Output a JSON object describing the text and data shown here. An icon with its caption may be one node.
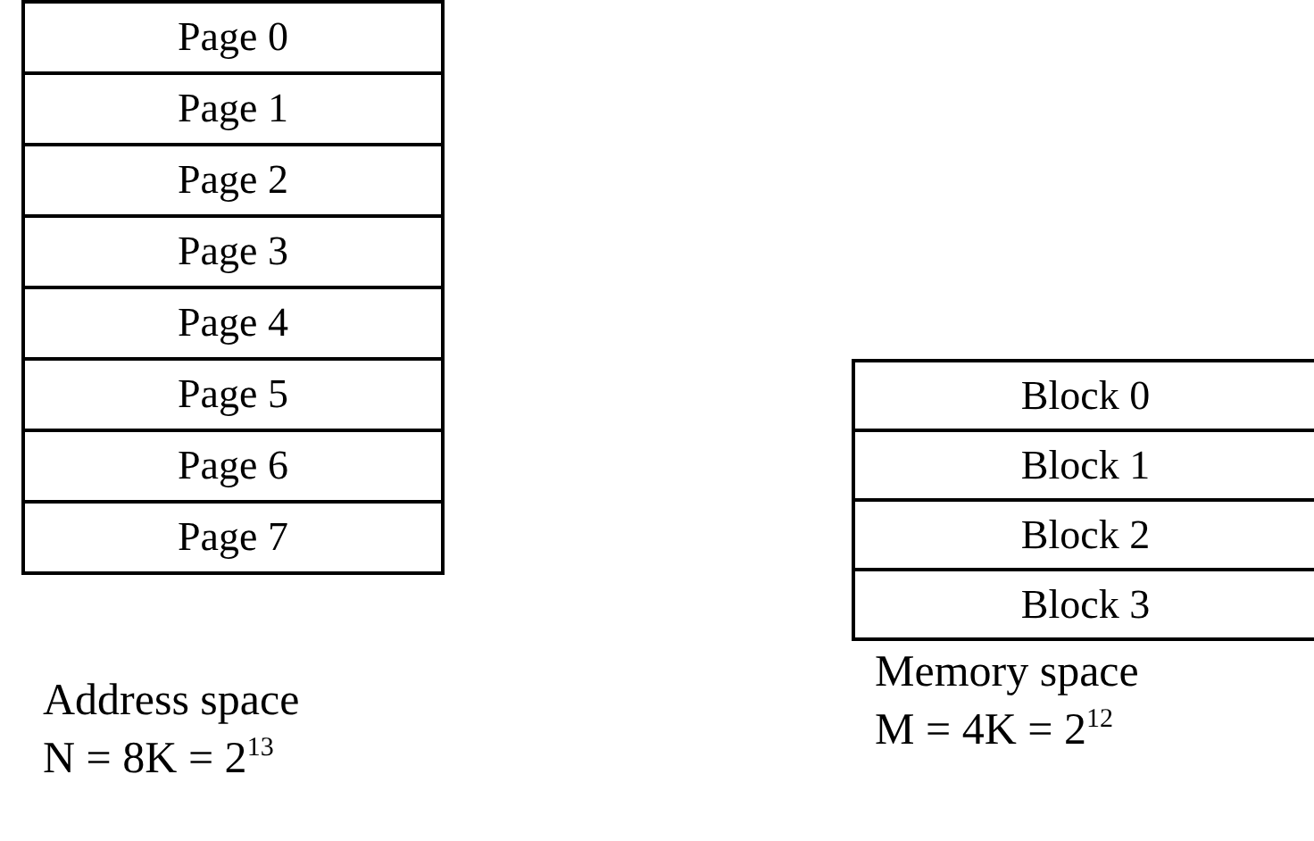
{
  "diagram": {
    "nodes": [
      {
        "text": [
          "Page 0"
        ]
      },
      {
        "text": [
          "Page 1"
        ]
      },
      {
        "text": [
          "Page 2"
        ]
      },
      {
        "text": [
          "Page 3"
        ]
      },
      {
        "text": [
          "Page 4"
        ]
      },
      {
        "text": [
          "Page 5"
        ]
      },
      {
        "text": [
          "Page 6"
        ]
      },
      {
        "text": [
          "Page 7"
        ]
      },
      {
        "text": [
          "Block 0"
        ]
      },
      {
        "text": [
          "Block 1"
        ]
      },
      {
        "text": [
          "Block 2"
        ]
      },
      {
        "text": [
          "Block 3"
        ]
      }
    ],
    "labels": [
      "Address space",
      "N = 8K = 2$^{13}$",
      "Memory space",
      "M = 4K = 2$^{12}$"
    ]
  }
}
